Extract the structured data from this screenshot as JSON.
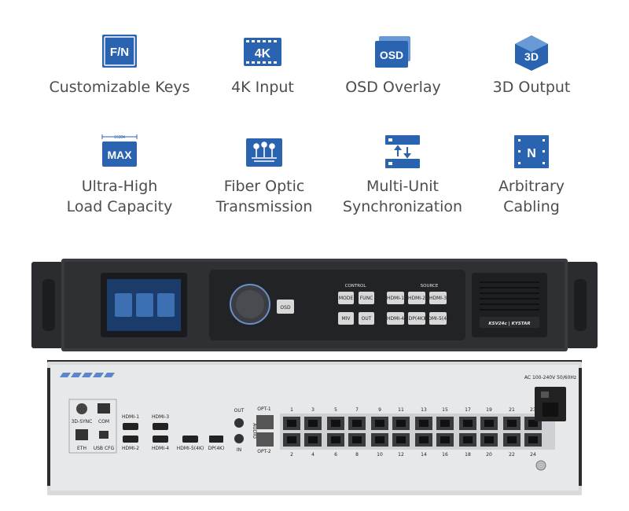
{
  "features": [
    {
      "id": "customizable-keys",
      "icon": "fn-key-icon",
      "icon_text": "F/N",
      "lines": [
        "Customizable Keys"
      ]
    },
    {
      "id": "4k-input",
      "icon": "4k-film-icon",
      "icon_text": "4K",
      "lines": [
        "4K Input"
      ]
    },
    {
      "id": "osd-overlay",
      "icon": "osd-layers-icon",
      "icon_text": "OSD",
      "lines": [
        "OSD Overlay"
      ]
    },
    {
      "id": "3d-output",
      "icon": "3d-cube-icon",
      "icon_text": "3D",
      "lines": [
        "3D Output"
      ]
    },
    {
      "id": "load-capacity",
      "icon": "max-capacity-icon",
      "icon_text": "MAX",
      "icon_subtext": "16384",
      "lines": [
        "Ultra-High",
        "Load Capacity"
      ]
    },
    {
      "id": "fiber-optic",
      "icon": "fiber-optic-icon",
      "lines": [
        "Fiber Optic",
        "Transmission"
      ]
    },
    {
      "id": "multi-unit-sync",
      "icon": "sync-arrows-icon",
      "lines": [
        "Multi-Unit",
        "Synchronization"
      ]
    },
    {
      "id": "arbitrary-cabling",
      "icon": "grid-n-icon",
      "icon_text": "N",
      "lines": [
        "Arbitrary",
        "Cabling"
      ]
    }
  ],
  "colors": {
    "icon_blue": "#2a63b0",
    "icon_light": "#6a9ad6",
    "text": "#4d4d4d"
  },
  "device": {
    "front_panel": {
      "sections": [
        "CONTROL",
        "SOURCE"
      ],
      "control_buttons": [
        "MODE",
        "FUNC",
        "MIV",
        "OUT"
      ],
      "source_buttons": [
        "HDMI-1",
        "HDMI-2",
        "HDMI-3",
        "HDMI-4",
        "DP(4K)",
        "HDMI-5(4K)"
      ],
      "osd_button": "OSD",
      "brand": "KSV24c | KYSTAR"
    },
    "rear_panel": {
      "ports": [
        "3D-SYNC",
        "COM",
        "ETH",
        "USB CFG",
        "HDMI-1",
        "HDMI-2",
        "HDMI-3",
        "HDMI-4",
        "HDMI-5(4K)",
        "DP(4K)",
        "OUT",
        "IN",
        "OPT-1",
        "OPT-2",
        "AUDIO"
      ],
      "port_numbers_top": [
        "1",
        "3",
        "5",
        "7",
        "9",
        "11",
        "13",
        "15",
        "17",
        "19",
        "21",
        "23"
      ],
      "port_numbers_bottom": [
        "2",
        "4",
        "6",
        "8",
        "10",
        "12",
        "14",
        "16",
        "18",
        "20",
        "22",
        "24"
      ],
      "power": "AC 100-240V 50/60Hz"
    }
  }
}
